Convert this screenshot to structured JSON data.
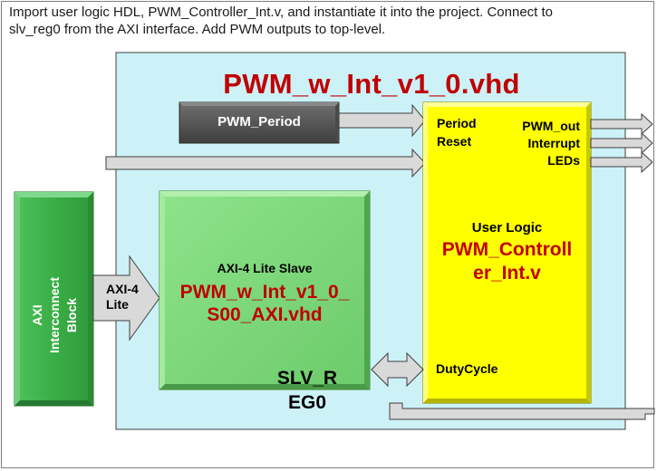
{
  "instruction": {
    "line1": "Import user logic HDL, PWM_Controller_Int.v, and instantiate it into the project.  Connect to",
    "line2": "slv_reg0 from the AXI interface. Add PWM outputs to top-level."
  },
  "top_file": "PWM_w_Int_v1_0.vhd",
  "pwm_period_block": "PWM_Period",
  "interconnect": {
    "line1": "AXI",
    "line2": "Interconnect",
    "line3": "Block"
  },
  "bus_label": {
    "line1": "AXI-4",
    "line2": "Lite"
  },
  "axi_slave": {
    "title": "AXI-4 Lite Slave",
    "file_line1": "PWM_w_Int_v1_0_",
    "file_line2": "S00_AXI.vhd"
  },
  "slv_reg": {
    "line1": "SLV_R",
    "line2": "EG0"
  },
  "user_logic": {
    "inputs": [
      "Period",
      "Reset"
    ],
    "outputs": [
      "PWM_out",
      "Interrupt",
      "LEDs"
    ],
    "title": "User Logic",
    "file_line1": "PWM_Controll",
    "file_line2": "er_Int.v",
    "duty_port": "DutyCycle"
  },
  "colors": {
    "wrapper_fill": "#ccf2f8",
    "green_block": "#7ed67c",
    "interconnect_green": "#3fb34c",
    "user_logic_yellow": "#ffff00",
    "pwm_period_gray": "#595959",
    "arrow_gray": "#d9d9d9",
    "file_red": "#c00000"
  }
}
